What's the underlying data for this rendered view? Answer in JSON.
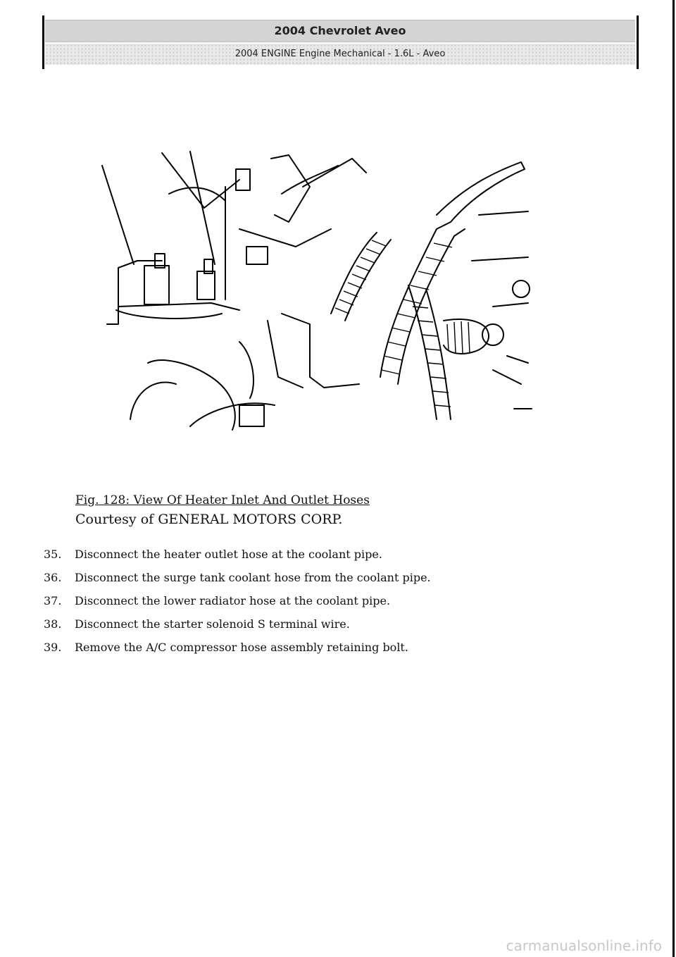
{
  "header": {
    "title": "2004 Chevrolet Aveo",
    "subtitle": "2004 ENGINE Engine Mechanical - 1.6L - Aveo"
  },
  "figure": {
    "caption": "Fig. 128: View Of Heater Inlet And Outlet Hoses",
    "courtesy": "Courtesy of GENERAL MOTORS CORP."
  },
  "steps": [
    {
      "num": "35.",
      "text": "Disconnect the heater outlet hose at the coolant pipe."
    },
    {
      "num": "36.",
      "text": "Disconnect the surge tank coolant hose from the coolant pipe."
    },
    {
      "num": "37.",
      "text": "Disconnect the lower radiator hose at the coolant pipe."
    },
    {
      "num": "38.",
      "text": "Disconnect the starter solenoid S terminal wire."
    },
    {
      "num": "39.",
      "text": "Remove the A/C compressor hose assembly retaining bolt."
    }
  ],
  "footer": {
    "watermark": "carmanualsonline.info"
  }
}
